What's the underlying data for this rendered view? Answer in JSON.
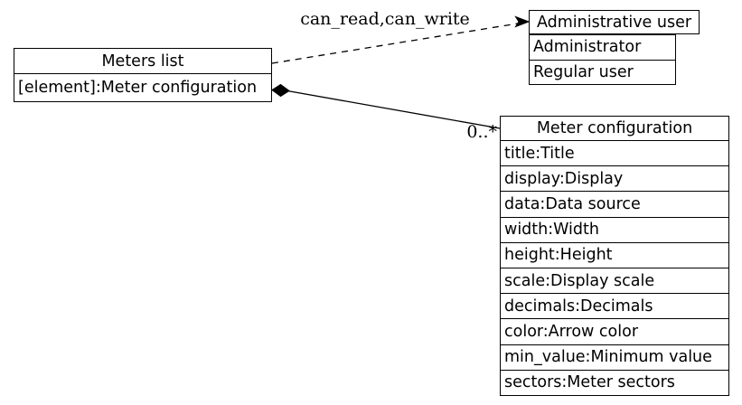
{
  "meters_list": {
    "title": "Meters list",
    "rows": [
      "[element]:Meter configuration"
    ]
  },
  "admin_user": {
    "title": "Administrative user",
    "rows": [
      "Administrator",
      "Regular user"
    ]
  },
  "meter_config": {
    "title": "Meter configuration",
    "rows": [
      "title:Title",
      "display:Display",
      "data:Data source",
      "width:Width",
      "height:Height",
      "scale:Display scale",
      "decimals:Decimals",
      "color:Arrow color",
      "min_value:Minimum value",
      "sectors:Meter sectors"
    ]
  },
  "edges": {
    "permissions_label": "can_read,can_write",
    "multiplicity_label": "0..*"
  },
  "colors": {
    "line": "#000000",
    "background": "#ffffff",
    "text": "#000000"
  }
}
